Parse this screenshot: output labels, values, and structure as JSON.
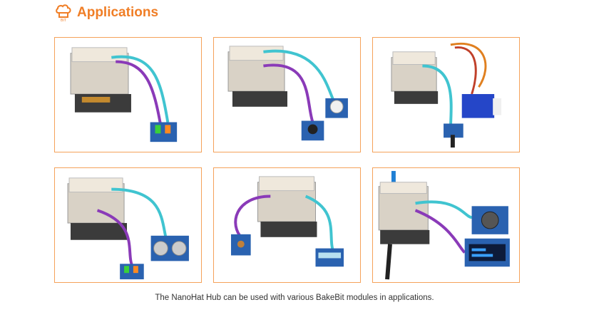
{
  "header": {
    "title": "Applications",
    "icon": "chef-hat-icon",
    "accent_color": "#f07e26"
  },
  "gallery": {
    "tiles": [
      {
        "name": "tile-led-module"
      },
      {
        "name": "tile-button-modules"
      },
      {
        "name": "tile-servo-rotary"
      },
      {
        "name": "tile-ultrasonic-led"
      },
      {
        "name": "tile-light-sensor-bar"
      },
      {
        "name": "tile-joystick-oled"
      }
    ]
  },
  "caption": "The NanoHat Hub can be used with various BakeBit modules in applications."
}
